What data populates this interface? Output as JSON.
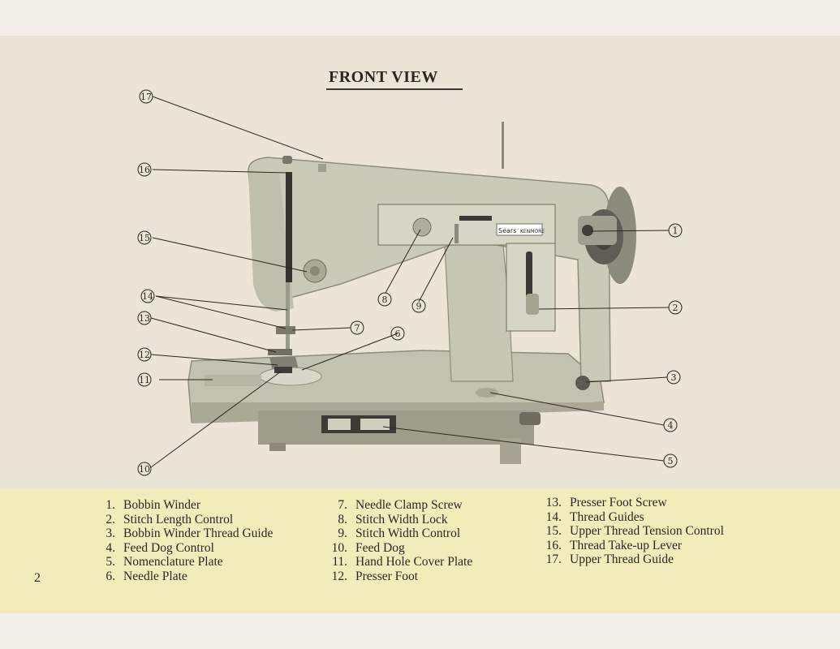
{
  "title": "FRONT VIEW",
  "page_number": "2",
  "callout_numbers": [
    "1",
    "2",
    "3",
    "4",
    "5",
    "6",
    "7",
    "8",
    "9",
    "10",
    "11",
    "12",
    "13",
    "14",
    "15",
    "16",
    "17"
  ],
  "machine_badge": {
    "brand": "Sears",
    "model": "KENMORE"
  },
  "parts": [
    {
      "num": "1.",
      "label": "Bobbin Winder"
    },
    {
      "num": "2.",
      "label": "Stitch Length Control"
    },
    {
      "num": "3.",
      "label": "Bobbin Winder Thread Guide"
    },
    {
      "num": "4.",
      "label": "Feed Dog Control"
    },
    {
      "num": "5.",
      "label": "Nomenclature Plate"
    },
    {
      "num": "6.",
      "label": "Needle Plate"
    },
    {
      "num": "7.",
      "label": "Needle Clamp Screw"
    },
    {
      "num": "8.",
      "label": "Stitch Width Lock"
    },
    {
      "num": "9.",
      "label": "Stitch Width Control"
    },
    {
      "num": "10.",
      "label": "Feed Dog"
    },
    {
      "num": "11.",
      "label": "Hand Hole Cover Plate"
    },
    {
      "num": "12.",
      "label": "Presser Foot"
    },
    {
      "num": "13.",
      "label": "Presser Foot Screw"
    },
    {
      "num": "14.",
      "label": "Thread Guides"
    },
    {
      "num": "15.",
      "label": "Upper Thread Tension Control"
    },
    {
      "num": "16.",
      "label": "Thread Take-up Lever"
    },
    {
      "num": "17.",
      "label": "Upper Thread Guide"
    }
  ]
}
